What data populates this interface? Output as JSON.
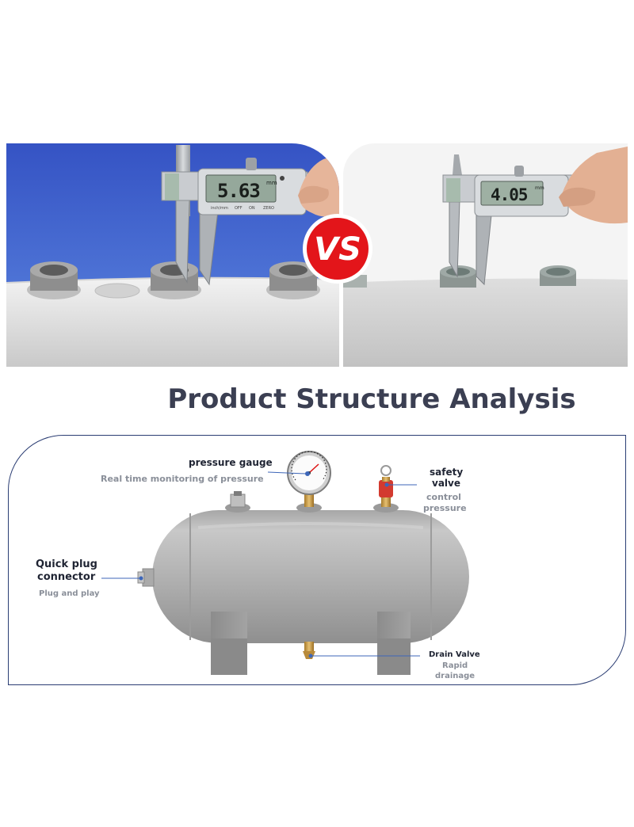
{
  "comparison": {
    "left_reading": "5.63",
    "left_unit": "mm",
    "right_reading": "4.05",
    "right_unit": "mm",
    "vs_label": "VS",
    "caliper_buttons": [
      "inch/mm",
      "OFF",
      "ON",
      "ZERO"
    ]
  },
  "title": "Product Structure Analysis",
  "callouts": {
    "pressure_gauge": {
      "title": "pressure gauge",
      "sub": "Real time monitoring of pressure"
    },
    "safety_valve": {
      "title_line1": "safety",
      "title_line2": "valve",
      "sub_line1": "control",
      "sub_line2": "pressure"
    },
    "quick_plug": {
      "title_line1": "Quick plug",
      "title_line2": "connector",
      "sub": "Plug and play"
    },
    "drain_valve": {
      "title": "Drain Valve",
      "sub_line1": "Rapid",
      "sub_line2": "drainage"
    }
  },
  "colors": {
    "title_text": "#3b3f52",
    "frame_border": "#2b3d73",
    "vs_badge": "#e3151a",
    "tank_gray": "#b9b9b9",
    "leader_line": "#3d66b8",
    "sky_blue": "#3a5fc8"
  }
}
